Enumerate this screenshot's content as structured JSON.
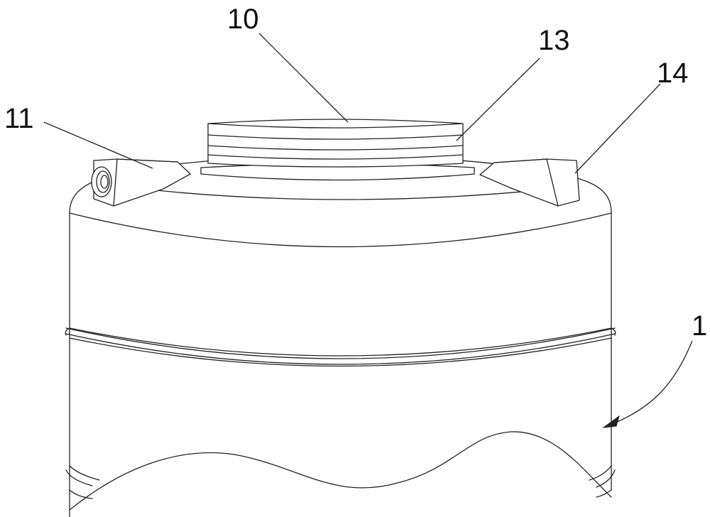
{
  "labels": {
    "container": "1",
    "opening": "10",
    "left_lug": "11",
    "neck_ring": "13",
    "right_lug": "14"
  }
}
